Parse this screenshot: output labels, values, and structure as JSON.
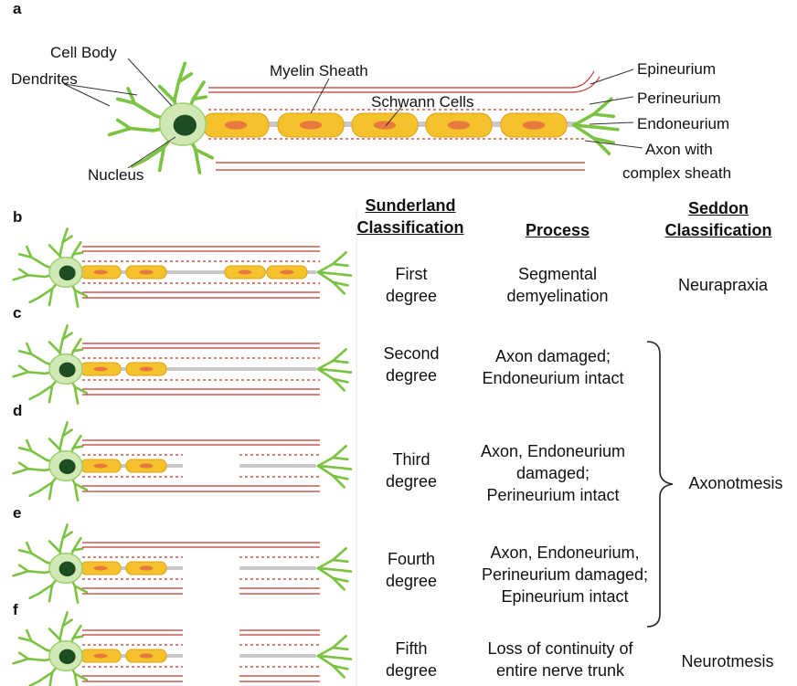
{
  "panels": [
    "a",
    "b",
    "c",
    "d",
    "e",
    "f"
  ],
  "anatomy_labels": {
    "cell_body": "Cell Body",
    "dendrites": "Dendrites",
    "nucleus": "Nucleus",
    "myelin_sheath": "Myelin Sheath",
    "schwann_cells": "Schwann Cells",
    "epineurium": "Epineurium",
    "perineurium": "Perineurium",
    "endoneurium": "Endoneurium",
    "axon_line1": "Axon with",
    "axon_line2": "complex sheath"
  },
  "headers": {
    "sunderland_line1": "Sunderland",
    "sunderland_line2": "Classification",
    "process": "Process",
    "seddon_line1": "Seddon",
    "seddon_line2": "Classification"
  },
  "rows": [
    {
      "degree_line1": "First",
      "degree_line2": "degree",
      "process_lines": [
        "Segmental",
        "demyelination"
      ]
    },
    {
      "degree_line1": "Second",
      "degree_line2": "degree",
      "process_lines": [
        "Axon damaged;",
        "Endoneurium intact"
      ]
    },
    {
      "degree_line1": "Third",
      "degree_line2": "degree",
      "process_lines": [
        "Axon, Endoneurium",
        "damaged;",
        "Perineurium intact"
      ]
    },
    {
      "degree_line1": "Fourth",
      "degree_line2": "degree",
      "process_lines": [
        "Axon, Endoneurium,",
        "Perineurium damaged;",
        "Epineurium intact"
      ]
    },
    {
      "degree_line1": "Fifth",
      "degree_line2": "degree",
      "process_lines": [
        "Loss of continuity of",
        "entire nerve trunk"
      ]
    }
  ],
  "seddon": {
    "neurapraxia": "Neurapraxia",
    "axonotmesis": "Axonotmesis",
    "neurotmesis": "Neurotmesis"
  },
  "colors": {
    "dendrite": "#7cc243",
    "cell_body": "#cfe8b4",
    "nucleus": "#1f4d23",
    "myelin": "#f5c22b",
    "axon_core": "#e8793f",
    "sheath_line": "#c0392b"
  }
}
